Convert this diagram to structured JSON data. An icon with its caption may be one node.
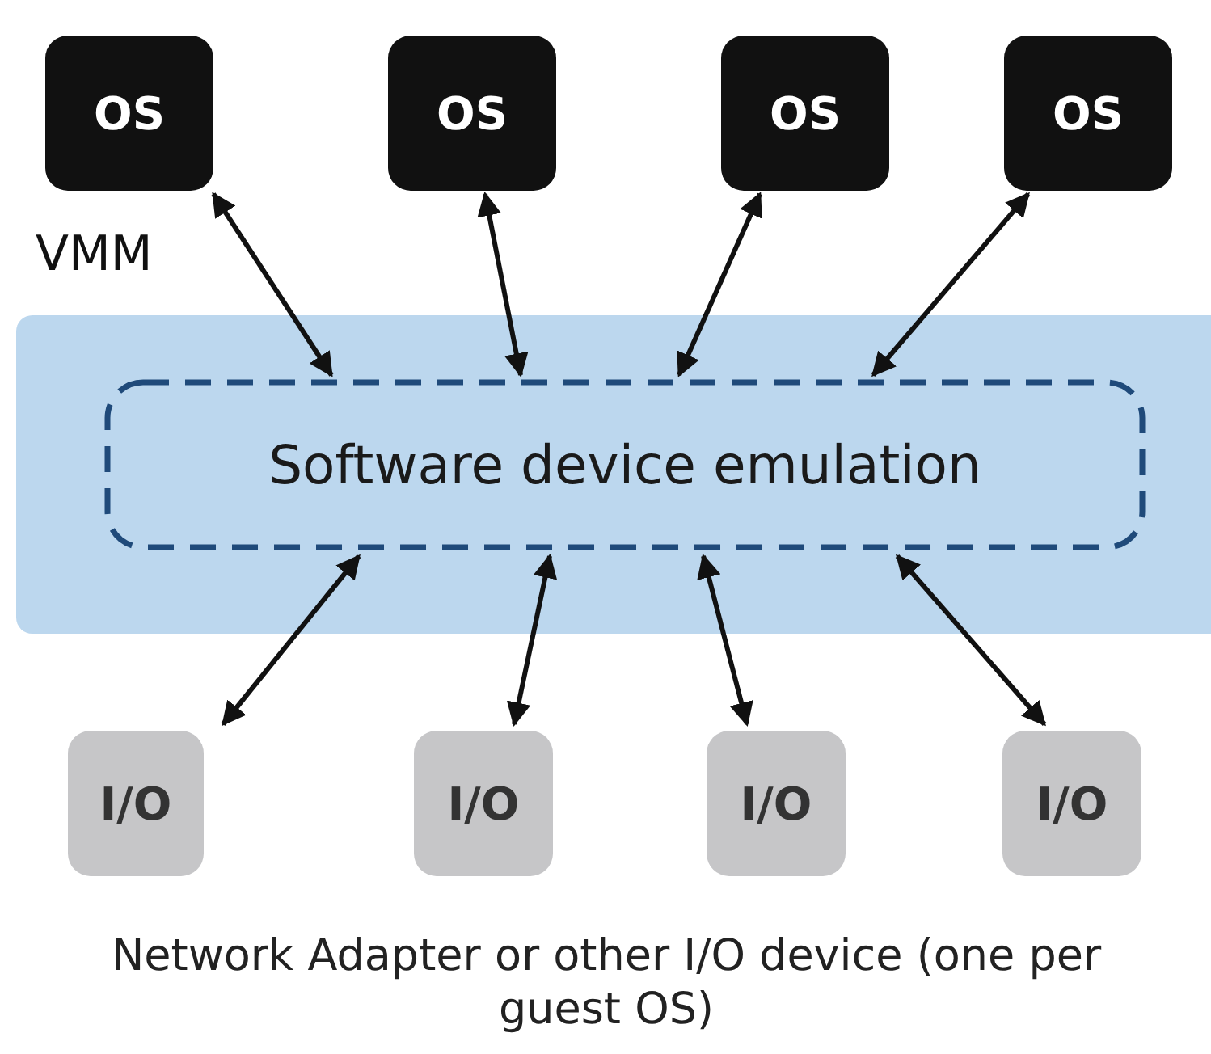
{
  "diagram": {
    "nodes": [
      {
        "text": [
          "VMM"
        ]
      },
      {
        "text": [
          "Software device emulation"
        ],
        "in": 0
      },
      {
        "text": [
          "OS"
        ]
      },
      {
        "text": [
          "OS"
        ]
      },
      {
        "text": [
          "OS"
        ]
      },
      {
        "text": [
          "OS"
        ]
      },
      {
        "text": [
          "I/O"
        ]
      },
      {
        "text": [
          "I/O"
        ]
      },
      {
        "text": [
          "I/O"
        ]
      },
      {
        "text": [
          "I/O"
        ]
      }
    ],
    "edges": [
      {
        "from": 2,
        "to": 1,
        "arrow": "both"
      },
      {
        "from": 3,
        "to": 1,
        "arrow": "both"
      },
      {
        "from": 4,
        "to": 1,
        "arrow": "both"
      },
      {
        "from": 5,
        "to": 1,
        "arrow": "both"
      },
      {
        "from": 1,
        "to": 6,
        "arrow": "both"
      },
      {
        "from": 1,
        "to": 7,
        "arrow": "both"
      },
      {
        "from": 1,
        "to": 8,
        "arrow": "both"
      },
      {
        "from": 1,
        "to": 9,
        "arrow": "both"
      }
    ],
    "labels": [
      "Network Adapter or other I/O device (one per guest OS)"
    ]
  }
}
